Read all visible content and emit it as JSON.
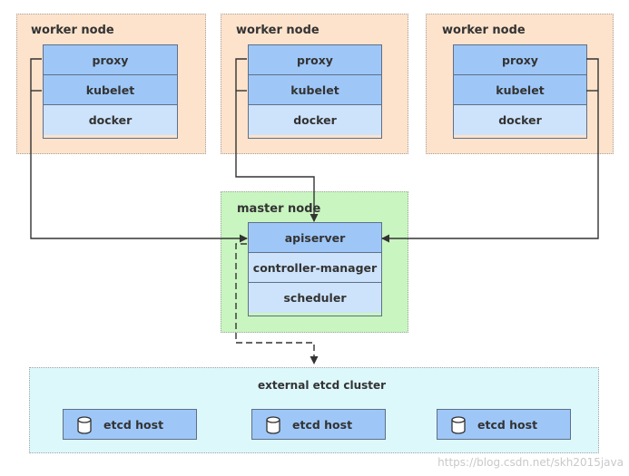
{
  "worker_nodes": [
    {
      "title": "worker node",
      "components": [
        "proxy",
        "kubelet",
        "docker"
      ]
    },
    {
      "title": "worker node",
      "components": [
        "proxy",
        "kubelet",
        "docker"
      ]
    },
    {
      "title": "worker node",
      "components": [
        "proxy",
        "kubelet",
        "docker"
      ]
    }
  ],
  "master_node": {
    "title": "master node",
    "components": [
      "apiserver",
      "controller-manager",
      "scheduler"
    ]
  },
  "etcd_cluster": {
    "title": "external etcd cluster",
    "hosts": [
      "etcd host",
      "etcd host",
      "etcd host"
    ]
  },
  "watermark": "https://blog.csdn.net/skh2015java",
  "colors": {
    "worker_bg": "#fde3cc",
    "master_bg": "#c9f5c0",
    "etcd_bg": "#ddf8fb",
    "component_dark": "#9ec7f8",
    "component_light": "#cde3fb",
    "connector": "#333333"
  },
  "icons": {
    "etcd_host": "database-icon"
  }
}
